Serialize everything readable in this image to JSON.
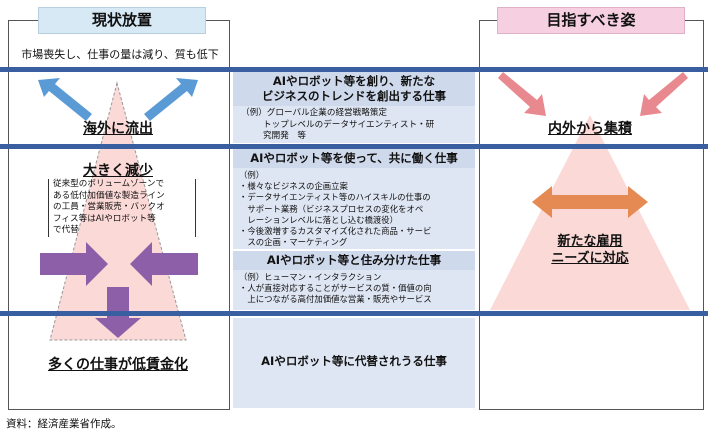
{
  "left_header": "現状放置",
  "right_header": "目指すべき姿",
  "left_intro": "市場喪失し、仕事の量は減り、質も低下",
  "left_outflow": "海外に流出",
  "left_decrease_title": "大きく減少",
  "left_decrease_text": [
    "従来型のボリュームゾーンで",
    "ある低付加価値な製造ライン",
    "の工員・営業販売・バックオ",
    "フィス等はAIやロボット等",
    "で代替"
  ],
  "left_bottom": "多くの仕事が低賃金化",
  "right_accumulate": "内外から集積",
  "right_new_jobs": [
    "新たな雇用",
    "ニーズに対応"
  ],
  "mid_sections": [
    {
      "title": [
        "AIやロボット等を創り、新たな",
        "ビジネスのトレンドを創出する仕事"
      ],
      "lines": [
        "（例）グローバル企業の経営戦略策定",
        "トップレベルのデータサイエンティスト・研",
        "究開発　等"
      ]
    },
    {
      "title": [
        "AIやロボット等を使って、共に働く仕事"
      ],
      "lines": [
        "（例）",
        "・様々なビジネスの企画立案",
        "・データサイエンティスト等のハイスキルの仕事の",
        "　サポート業務（ビジネスプロセスの変化をオペ",
        "　レーションレベルに落とし込む橋渡役）",
        "・今後激増するカスタマイズ化された商品・サービ",
        "　スの企画・マーケティング"
      ]
    },
    {
      "title": [
        "AIやロボット等と住み分けた仕事"
      ],
      "lines": [
        "（例）ヒューマン・インタラクション",
        "・人が直接対応することがサービスの質・価値の向",
        "　上につながる高付加価値な営業・販売やサービス"
      ]
    },
    {
      "title": [
        "AIやロボット等に代替されうる仕事"
      ],
      "lines": []
    }
  ],
  "source": "資料：経済産業省作成。",
  "colors": {
    "band": "#3a5fa0",
    "left_header_bg": "#d6e9f5",
    "right_header_bg": "#f6cfe0",
    "mid_bg": "#dfe6f3",
    "purple_arrow": "#8c5fa8",
    "orange_arrow": "#e58a52",
    "blue_arrow": "#5b9bd5",
    "pink_arrow": "#e8898f"
  }
}
